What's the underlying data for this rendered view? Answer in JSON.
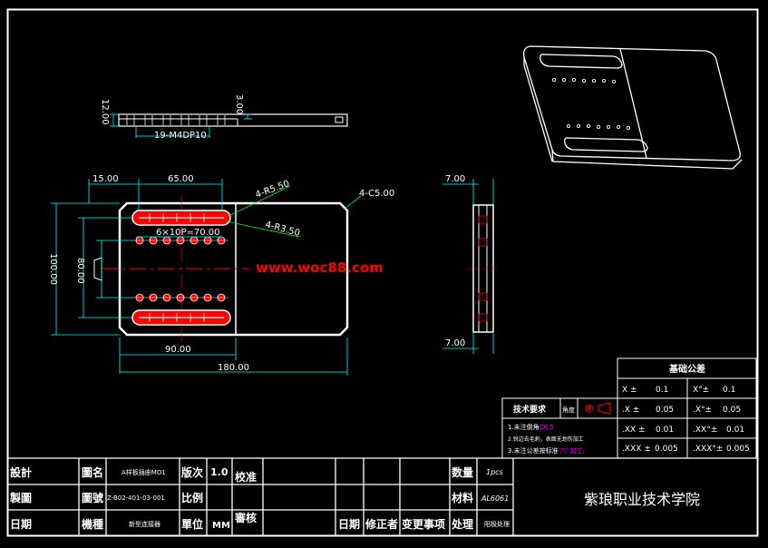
{
  "colors": {
    "background": "#000000",
    "outline": "#ffffff",
    "dimension": "#00ffff",
    "accent_red": "#ff0000",
    "dimension_text": "#ffffff",
    "magenta": "#ff00ff",
    "dim_yellow": "#ffff00"
  },
  "top_view": {
    "dim_height": "12.00",
    "dim_step": "3.00",
    "dim_holes": "19-M4DP10"
  },
  "front_view": {
    "dim_left_margin": "15.00",
    "dim_slot_width": "65.00",
    "dim_outer_radius": "4-R5.50",
    "dim_inner_radius": "4-R3.50",
    "dim_chamfer": "4-C5.00",
    "dim_hole_pitch": "6×10P=70.00",
    "dim_total_height": "100.00",
    "dim_inner_height": "80.00",
    "dim_half_width": "90.00",
    "dim_total_width": "180.00"
  },
  "watermark": "www.woc88.com",
  "side_view": {
    "dim_top": "7.00",
    "dim_bottom": "7.00"
  },
  "tolerance_table": {
    "title": "基础公差",
    "rows": [
      {
        "left_label": "X ±",
        "left_value": "0.1",
        "right_label": "X°±",
        "right_value": "0.1"
      },
      {
        "left_label": ".X ±",
        "left_value": "0.05",
        "right_label": ".X°±",
        "right_value": "0.05"
      },
      {
        "left_label": ".XX ±",
        "left_value": "0.01",
        "right_label": ".XX°±",
        "right_value": "0.01"
      },
      {
        "left_label": ".XXX ±",
        "left_value": "0.005",
        "right_label": ".XXX°±",
        "right_value": "0.005"
      }
    ]
  },
  "tech_requirements": {
    "title": "技术要求",
    "projection_label": "角度",
    "items": [
      {
        "text": "1.未注倒角",
        "highlight": "C0.5"
      },
      {
        "text": "2.锐边去毛刺，表面无划伤加工",
        "highlight": ""
      },
      {
        "text": "3.未注公差按标准",
        "highlight": "▽▽ 加工;"
      }
    ]
  },
  "title_block": {
    "labels": {
      "design": "設計",
      "drawing": "製圖",
      "date": "日期",
      "drawing_name": "圖名",
      "drawing_no": "圖號",
      "model": "機種",
      "revision": "版次",
      "scale": "比例",
      "unit": "單位",
      "check": "校准",
      "audit": "審核",
      "date2": "日期",
      "modifier": "修正者",
      "change": "变更事项",
      "process": "处理",
      "quantity": "数量",
      "material": "材料"
    },
    "values": {
      "drawing_name": "A样板插座MO1",
      "drawing_no": "Z-B02-401-03-001",
      "model": "新型连接器",
      "revision": "1.0",
      "scale": "",
      "unit": "MM",
      "quantity": "1pcs",
      "material": "AL6061",
      "process": "阳极处理"
    },
    "school": "紫琅职业技术学院"
  }
}
